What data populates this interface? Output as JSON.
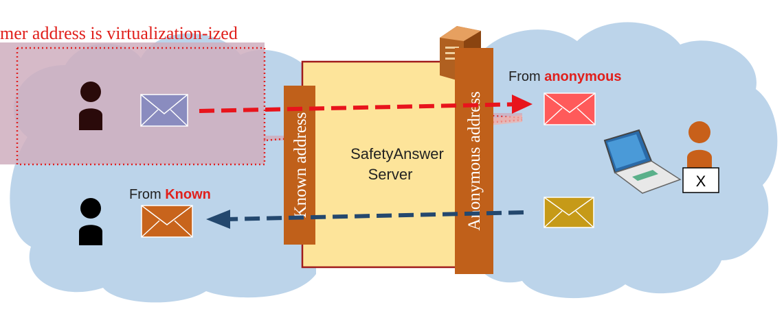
{
  "diagram": {
    "banner": "mer address is virtualization-ized",
    "server": {
      "line1": "SafetyAnswer",
      "line2": "Server"
    },
    "known_address_bar": "Known address",
    "anonymous_address_bar": "Anonymous address",
    "from_anonymous": {
      "prefix": "From ",
      "highlight": "anonymous"
    },
    "from_known": {
      "prefix": "From ",
      "highlight": "Known"
    },
    "x_box": "X"
  },
  "colors": {
    "cloud": "#bcd4ea",
    "highlight_area": "#cfaebe",
    "highlight_border": "#e02020",
    "server_fill": "#fde49a",
    "server_border": "#a01a1a",
    "bar": "#c0601a",
    "red_text": "#e0201c",
    "envelope_blue": "#8a8cbf",
    "envelope_red": "#ff5a5a",
    "envelope_gold": "#c69a18",
    "envelope_orange": "#c8641c",
    "person_dark": "#2a0a0a",
    "person_orange": "#c8601a",
    "arrow_red": "#e8141c",
    "arrow_blue": "#24486e"
  },
  "icons": [
    "person-icon",
    "envelope-icon",
    "server-tower-icon",
    "laptop-icon"
  ]
}
